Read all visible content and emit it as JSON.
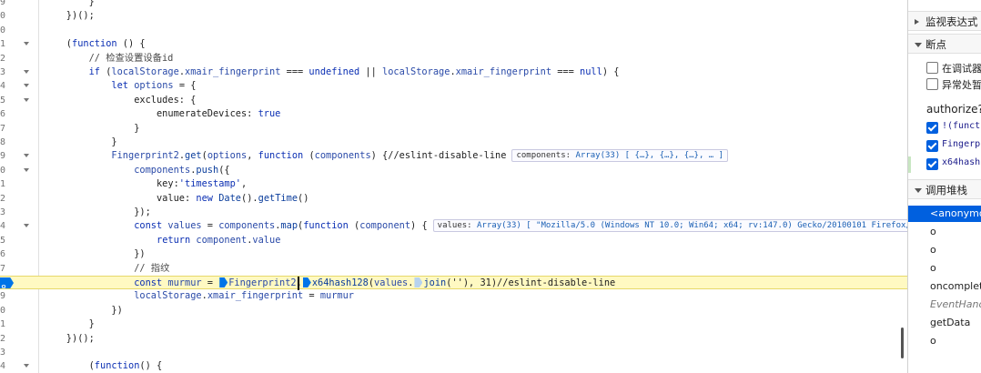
{
  "editor": {
    "lines": [
      {
        "num": "9",
        "fold": false,
        "segments": [
          {
            "t": "        }",
            "c": "p"
          }
        ]
      },
      {
        "num": "0",
        "fold": false,
        "segments": [
          {
            "t": "    })();",
            "c": "p"
          }
        ]
      },
      {
        "num": "0",
        "fold": false,
        "segments": [
          {
            "t": "",
            "c": "p"
          }
        ]
      },
      {
        "num": "1",
        "fold": true,
        "segments": [
          {
            "t": "    (",
            "c": "p"
          },
          {
            "t": "function",
            "c": "k"
          },
          {
            "t": " () {",
            "c": "p"
          }
        ]
      },
      {
        "num": "2",
        "fold": false,
        "segments": [
          {
            "t": "        // 检查设置设备id",
            "c": "c"
          }
        ]
      },
      {
        "num": "3",
        "fold": true,
        "segments": [
          {
            "t": "        ",
            "c": "p"
          },
          {
            "t": "if",
            "c": "k"
          },
          {
            "t": " (",
            "c": "p"
          },
          {
            "t": "localStorage",
            "c": "v"
          },
          {
            "t": ".",
            "c": "p"
          },
          {
            "t": "xmair_fingerprint",
            "c": "v"
          },
          {
            "t": " === ",
            "c": "p"
          },
          {
            "t": "undefined",
            "c": "k"
          },
          {
            "t": " || ",
            "c": "p"
          },
          {
            "t": "localStorage",
            "c": "v"
          },
          {
            "t": ".",
            "c": "p"
          },
          {
            "t": "xmair_fingerprint",
            "c": "v"
          },
          {
            "t": " === ",
            "c": "p"
          },
          {
            "t": "null",
            "c": "k"
          },
          {
            "t": ") {",
            "c": "p"
          }
        ]
      },
      {
        "num": "4",
        "fold": true,
        "segments": [
          {
            "t": "            ",
            "c": "p"
          },
          {
            "t": "let",
            "c": "k"
          },
          {
            "t": " ",
            "c": "p"
          },
          {
            "t": "options",
            "c": "v"
          },
          {
            "t": " = {",
            "c": "p"
          }
        ]
      },
      {
        "num": "5",
        "fold": true,
        "segments": [
          {
            "t": "                excludes: {",
            "c": "p"
          }
        ]
      },
      {
        "num": "6",
        "fold": false,
        "segments": [
          {
            "t": "                    enumerateDevices: ",
            "c": "p"
          },
          {
            "t": "true",
            "c": "k"
          }
        ]
      },
      {
        "num": "7",
        "fold": false,
        "segments": [
          {
            "t": "                }",
            "c": "p"
          }
        ]
      },
      {
        "num": "8",
        "fold": false,
        "segments": [
          {
            "t": "            }",
            "c": "p"
          }
        ]
      },
      {
        "num": "9",
        "fold": true,
        "segments": [
          {
            "t": "            ",
            "c": "p"
          },
          {
            "t": "Fingerprint2",
            "c": "v"
          },
          {
            "t": ".",
            "c": "p"
          },
          {
            "t": "get",
            "c": "f"
          },
          {
            "t": "(",
            "c": "p"
          },
          {
            "t": "options",
            "c": "v"
          },
          {
            "t": ", ",
            "c": "p"
          },
          {
            "t": "function",
            "c": "k"
          },
          {
            "t": " (",
            "c": "p"
          },
          {
            "t": "components",
            "c": "v"
          },
          {
            "t": ") {//eslint-disable-line",
            "c": "p"
          }
        ],
        "preview": {
          "key": "components:",
          "val": "Array(33) [ {…}, {…}, {…}, … ]"
        }
      },
      {
        "num": "0",
        "fold": true,
        "segments": [
          {
            "t": "                ",
            "c": "p"
          },
          {
            "t": "components",
            "c": "v"
          },
          {
            "t": ".",
            "c": "p"
          },
          {
            "t": "push",
            "c": "f"
          },
          {
            "t": "({",
            "c": "p"
          }
        ]
      },
      {
        "num": "1",
        "fold": false,
        "segments": [
          {
            "t": "                    key:",
            "c": "p"
          },
          {
            "t": "'timestamp'",
            "c": "s"
          },
          {
            "t": ",",
            "c": "p"
          }
        ]
      },
      {
        "num": "2",
        "fold": false,
        "segments": [
          {
            "t": "                    value: ",
            "c": "p"
          },
          {
            "t": "new",
            "c": "k"
          },
          {
            "t": " ",
            "c": "p"
          },
          {
            "t": "Date",
            "c": "f"
          },
          {
            "t": "().",
            "c": "p"
          },
          {
            "t": "getTime",
            "c": "f"
          },
          {
            "t": "()",
            "c": "p"
          }
        ]
      },
      {
        "num": "3",
        "fold": false,
        "segments": [
          {
            "t": "                });",
            "c": "p"
          }
        ]
      },
      {
        "num": "4",
        "fold": true,
        "segments": [
          {
            "t": "                ",
            "c": "p"
          },
          {
            "t": "const",
            "c": "k"
          },
          {
            "t": " ",
            "c": "p"
          },
          {
            "t": "values",
            "c": "v"
          },
          {
            "t": " = ",
            "c": "p"
          },
          {
            "t": "components",
            "c": "v"
          },
          {
            "t": ".",
            "c": "p"
          },
          {
            "t": "map",
            "c": "f"
          },
          {
            "t": "(",
            "c": "p"
          },
          {
            "t": "function",
            "c": "k"
          },
          {
            "t": " (",
            "c": "p"
          },
          {
            "t": "component",
            "c": "v"
          },
          {
            "t": ") {",
            "c": "p"
          }
        ],
        "preview": {
          "key": "values:",
          "val": "Array(33) [ \"Mozilla/5.0 (Windows NT 10.0; Win64; x64; rv:147.0) Gecko/20100101 Firefox/"
        }
      },
      {
        "num": "5",
        "fold": false,
        "segments": [
          {
            "t": "                    ",
            "c": "p"
          },
          {
            "t": "return",
            "c": "k"
          },
          {
            "t": " ",
            "c": "p"
          },
          {
            "t": "component",
            "c": "v"
          },
          {
            "t": ".",
            "c": "p"
          },
          {
            "t": "value",
            "c": "v"
          }
        ]
      },
      {
        "num": "6",
        "fold": false,
        "segments": [
          {
            "t": "                })",
            "c": "p"
          }
        ]
      },
      {
        "num": "7",
        "fold": false,
        "segments": [
          {
            "t": "                // 指纹",
            "c": "c"
          }
        ]
      },
      {
        "num": "8",
        "fold": false,
        "paused": true,
        "breakpoint": true,
        "segments": [
          {
            "t": "                ",
            "c": "p"
          },
          {
            "t": "const",
            "c": "k"
          },
          {
            "t": " ",
            "c": "p"
          },
          {
            "t": "murmur",
            "c": "v"
          },
          {
            "t": " = ",
            "c": "p"
          },
          {
            "t": "BP1",
            "c": "bp"
          },
          {
            "t": "Fingerprint2",
            "c": "v"
          },
          {
            "t": ".",
            "c": "p"
          },
          {
            "t": "BP2",
            "c": "bp"
          },
          {
            "t": "x64hash128",
            "c": "f"
          },
          {
            "t": "(",
            "c": "p"
          },
          {
            "t": "values",
            "c": "v"
          },
          {
            "t": ".",
            "c": "p"
          },
          {
            "t": "BP3",
            "c": "bpi"
          },
          {
            "t": "join",
            "c": "f"
          },
          {
            "t": "(''), 31)//eslint-disable-line",
            "c": "p"
          }
        ]
      },
      {
        "num": "9",
        "fold": false,
        "segments": [
          {
            "t": "                ",
            "c": "p"
          },
          {
            "t": "localStorage",
            "c": "v"
          },
          {
            "t": ".",
            "c": "p"
          },
          {
            "t": "xmair_fingerprint",
            "c": "v"
          },
          {
            "t": " = ",
            "c": "p"
          },
          {
            "t": "murmur",
            "c": "v"
          }
        ]
      },
      {
        "num": "0",
        "fold": false,
        "segments": [
          {
            "t": "            })",
            "c": "p"
          }
        ]
      },
      {
        "num": "1",
        "fold": false,
        "segments": [
          {
            "t": "        }",
            "c": "p"
          }
        ]
      },
      {
        "num": "2",
        "fold": false,
        "segments": [
          {
            "t": "    })();",
            "c": "p"
          }
        ]
      },
      {
        "num": "3",
        "fold": false,
        "segments": [
          {
            "t": "",
            "c": "p"
          }
        ]
      },
      {
        "num": "4",
        "fold": true,
        "segments": [
          {
            "t": "        (",
            "c": "p"
          },
          {
            "t": "function",
            "c": "k"
          },
          {
            "t": "() {",
            "c": "p"
          }
        ]
      }
    ]
  },
  "sidebar": {
    "watch_label": "监视表达式",
    "breakpoints_label": "断点",
    "pause_on_debugger_label": "在调试器",
    "pause_on_exceptions_label": "异常处暂",
    "bp_file": "authorize?c",
    "bp_items": [
      "!(funct",
      "Fingerp",
      "x64hash"
    ],
    "callstack_label": "调用堆栈",
    "frames": [
      "<anonymo",
      "o",
      "o",
      "o",
      "oncomplet",
      "EventHand",
      "getData",
      "o"
    ]
  }
}
